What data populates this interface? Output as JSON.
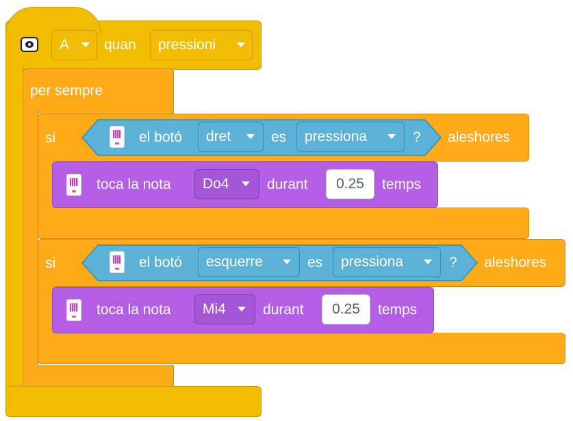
{
  "hat": {
    "button_value": "A",
    "when_label": "quan",
    "event_value": "pressioni"
  },
  "forever": {
    "label": "per sempre"
  },
  "if1": {
    "si_label": "si",
    "condition": {
      "label": "el botó",
      "button_value": "dret",
      "es_label": "es",
      "state_value": "pressiona",
      "question": "?"
    },
    "then_label": "aleshores",
    "action": {
      "label": "toca la nota",
      "note_value": "Do4",
      "during_label": "durant",
      "beats_value": "0.25",
      "beats_unit": "temps"
    }
  },
  "if2": {
    "si_label": "si",
    "condition": {
      "label": "el botó",
      "button_value": "esquerre",
      "es_label": "es",
      "state_value": "pressiona",
      "question": "?"
    },
    "then_label": "aleshores",
    "action": {
      "label": "toca la nota",
      "note_value": "Mi4",
      "during_label": "durant",
      "beats_value": "0.25",
      "beats_unit": "temps"
    }
  },
  "colors": {
    "events": "#f2bd00",
    "control": "#ffab19",
    "sensing": "#5cb1d6",
    "sound": "#b45ee5"
  },
  "icons": {
    "hat_icon": "hub-button-icon",
    "block_icon": "microbit-icon"
  }
}
